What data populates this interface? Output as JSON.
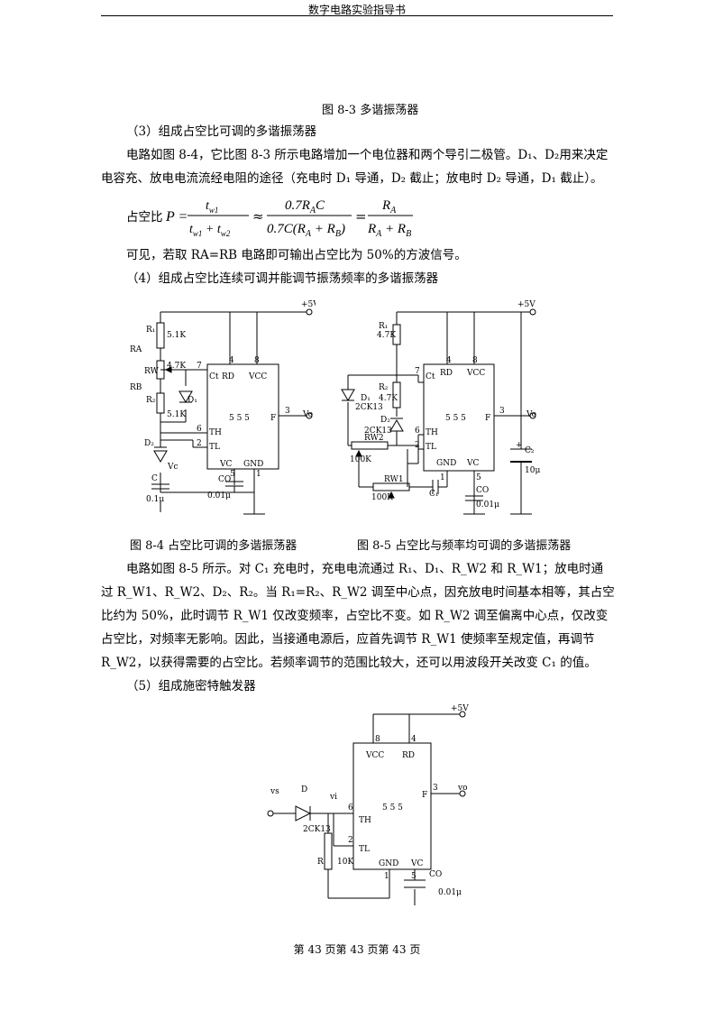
{
  "header": "数字电路实验指导书",
  "fig83_caption": "图 8-3   多谐振荡器",
  "s3_heading": "（3）组成占空比可调的多谐振荡器",
  "s3_para": "电路如图 8-4，它比图 8-3 所示电路增加一个电位器和两个导引二极管。D₁、D₂用来决定电容充、放电电流流经电阻的途径（充电时 D₁ 导通，D₂ 截止；放电时 D₂ 导通，D₁ 截止）。",
  "duty_label": "占空比",
  "duty_eq": {
    "lhs": "P =",
    "f1_num": "t_w1",
    "f1_den": "t_w1 + t_w2",
    "approx": "≈",
    "f2_num": "0.7R_A C",
    "f2_den": "0.7C(R_A + R_B)",
    "equals": "=",
    "f3_num": "R_A",
    "f3_den": "R_A + R_B"
  },
  "duty_note": "可见，若取 RA=RB 电路即可输出占空比为 50%的方波信号。",
  "s4_heading": "（4）组成占空比连续可调并能调节振荡频率的多谐振荡器",
  "fig84_caption": "图 8-4  占空比可调的多谐振荡器",
  "fig85_caption": "图 8-5  占空比与频率均可调的多谐振荡器",
  "s4_para": "电路如图 8-5 所示。对 C₁ 充电时，充电电流通过 R₁、D₁、R_W2 和 R_W1；放电时通过 R_W1、R_W2、D₂、R₂。当 R₁=R₂、R_W2 调至中心点，因充放电时间基本相等，其占空比约为 50%，此时调节 R_W1 仅改变频率，占空比不变。如 R_W2 调至偏离中心点，仅改变占空比，对频率无影响。因此，当接通电源后，应首先调节 R_W1 使频率至规定值，再调节 R_W2，以获得需要的占空比。若频率调节的范围比较大，还可以用波段开关改变 C₁ 的值。",
  "s5_heading": "（5）组成施密特触发器",
  "fig84": {
    "supply": "+5V",
    "r1": "R₁",
    "r1_val": "5.1K",
    "ra": "RA",
    "rw": "RW",
    "rw_val": "4.7K",
    "rb": "RB",
    "r2": "R₂",
    "r2_val": "5.1K",
    "d1": "D₁",
    "d2": "D₂",
    "chip": "5 5 5",
    "ct": "Ct",
    "rd": "RD",
    "vcc": "VCC",
    "th": "TH",
    "tl": "TL",
    "vc": "VC",
    "gnd": "GND",
    "f": "F",
    "vo": "Vo",
    "co": "CO",
    "c": "C",
    "c_val": "0.1μ",
    "co_val": "0.01μ",
    "vc_left": "Vc",
    "pins": [
      "4",
      "8",
      "7",
      "3",
      "6",
      "2",
      "5",
      "1"
    ]
  },
  "fig85": {
    "supply": "+5V",
    "r1": "R₁",
    "r1_val": "4.7K",
    "r2": "R₂",
    "r2_val": "4.7K",
    "d1": "D₁",
    "d1_part": "2CK13",
    "d2": "D₂",
    "d2_part": "2CK13",
    "rw2": "RW2",
    "rw2_val": "100K",
    "rw1": "RW1",
    "rw1_val": "100K",
    "c1": "C₁",
    "chip": "5 5 5",
    "ct": "Ct",
    "rd": "RD",
    "vcc": "VCC",
    "th": "TH",
    "tl": "TL",
    "vc": "VC",
    "gnd": "GND",
    "f": "F",
    "vo": "Vo",
    "co": "CO",
    "co_val": "0.01μ",
    "c2": "C₂",
    "c2_val": "10μ",
    "c2_plus": "+",
    "pins": [
      "4",
      "8",
      "7",
      "3",
      "6",
      "2",
      "1",
      "5"
    ]
  },
  "fig_schmitt": {
    "supply": "+5V",
    "vcc": "VCC",
    "rd": "RD",
    "chip": "5 5 5",
    "f": "F",
    "vo": "vo",
    "vs": "vs",
    "d": "D",
    "vi": "vi",
    "d_part": "2CK13",
    "th": "TH",
    "tl": "TL",
    "r": "R",
    "r_val": "10K",
    "gnd": "GND",
    "vc": "VC",
    "co": "CO",
    "co_val": "0.01μ",
    "pins": [
      "8",
      "4",
      "6",
      "3",
      "2",
      "1",
      "5"
    ]
  },
  "footer": "第  43  页第  43  页第  43  页"
}
